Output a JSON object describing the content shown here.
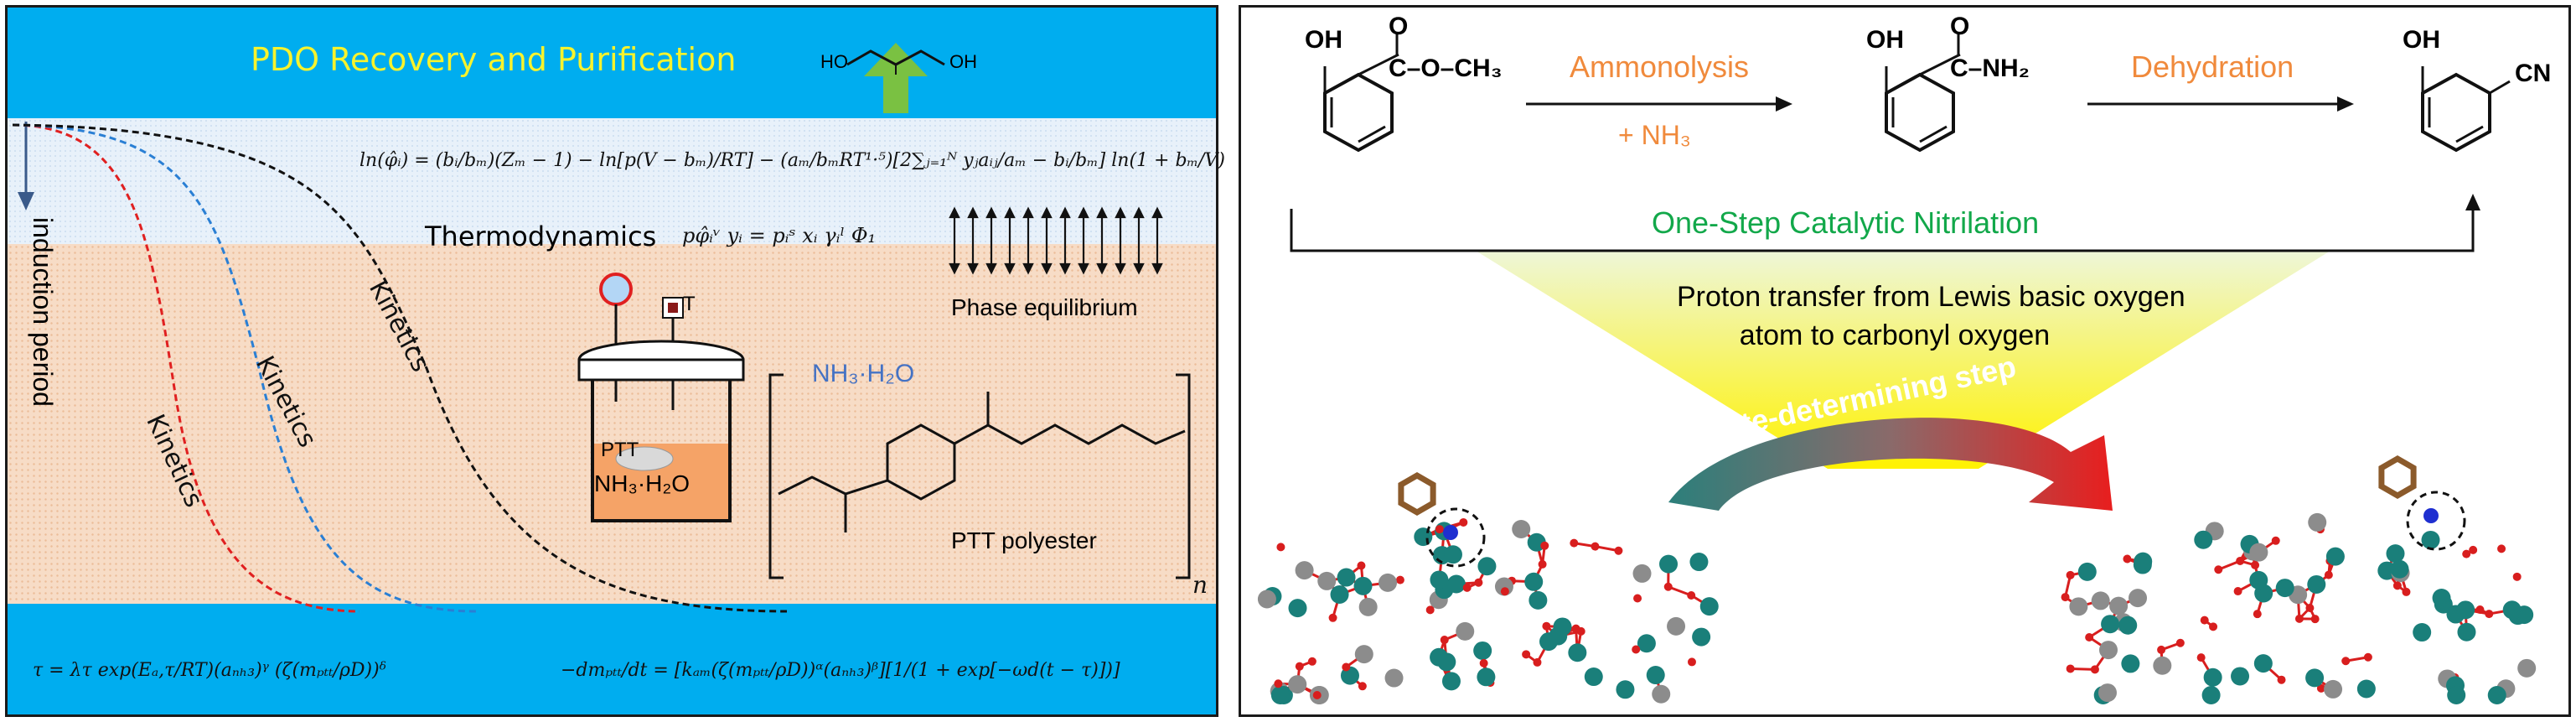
{
  "left": {
    "title": "PDO Recovery and Purification",
    "induction_label": "induction period",
    "kinetics_label": "Kinetics",
    "thermo_label": "Thermodynamics",
    "phase_label": "Phase equilibrium",
    "ptt_polyester_label": "PTT polyester",
    "nh3_label": "NH₃·H₂O",
    "vessel_ptt": "PTT",
    "vessel_nh3": "NH₃·H₂O",
    "sensor_t": "T",
    "subscript_n": "n",
    "molecule_oh_left": "HO",
    "molecule_oh_right": "OH",
    "eq_fugacity": "ln(φ̂ᵢ) = (bᵢ/bₘ)(Zₘ − 1) − ln[p(V − bₘ)/RT] − (aₘ/bₘRT¹·⁵)[2∑ⱼ₌₁ᴺ yⱼaᵢⱼ/aₘ − bᵢ/bₘ] ln(1 + bₘ/V)",
    "eq_equilibrium": "pφ̂ᵢᵛ yᵢ = pᵢˢ xᵢ γᵢˡ Φ₁",
    "eq_tau": "τ = λτ exp(Eₐ,τ/RT)(aₙₕ₃)ᵞ (ζ(mₚₜₜ/ρD))ᵟ",
    "eq_rate": "−dmₚₜₜ/dt = [kₐₘ(ζ(mₚₜₜ/ρD))ᵅ(aₙₕ₃)ᵝ][1/(1 + exp[−ωd(t − τ)])]"
  },
  "right": {
    "step1": "Ammonolysis",
    "reagent": "+ NH₃",
    "step2": "Dehydration",
    "one_step": "One-Step Catalytic Nitrilation",
    "proton_line1": "Proton transfer from Lewis basic oxygen",
    "proton_line2": "atom to carbonyl oxygen",
    "rds": "Rate-determining step",
    "mol1_oh": "OH",
    "mol1_sub": "C–O–CH₃",
    "mol1_o": "O",
    "mol2_oh": "OH",
    "mol2_sub": "C–NH₂",
    "mol2_o": "O",
    "mol3_oh": "OH",
    "mol3_sub": "CN"
  },
  "colors": {
    "band": "#00adef",
    "title": "#f7f32d",
    "orange": "#f08a3c",
    "green": "#12a84a",
    "curve_red": "#e02020",
    "curve_blue": "#2a7fd4",
    "curve_black": "#111111",
    "atom_teal": "#1a7f7a",
    "atom_red": "#d81e1e",
    "atom_grey": "#8c8c8c"
  }
}
